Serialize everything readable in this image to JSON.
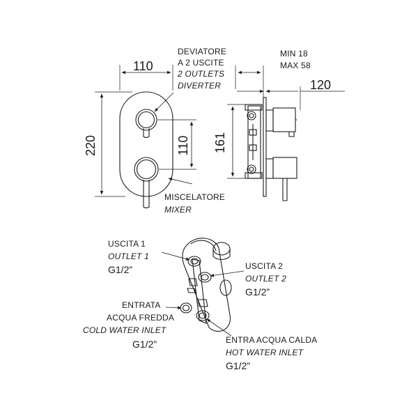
{
  "dimensions": {
    "plate_width": "110",
    "plate_height": "220",
    "handle_spacing": "110",
    "min_depth": "MIN 18",
    "max_depth": "MAX 58",
    "projection": "120",
    "body_height": "161"
  },
  "diverter": {
    "line1": "DEVIATORE",
    "line2": "A 2 USCITE",
    "line3": "2 OUTLETS",
    "line4": "DIVERTER"
  },
  "mixer": {
    "label_it": "MISCELATORE",
    "label_en": "MIXER"
  },
  "outlet1": {
    "label_it": "USCITA 1",
    "label_en": "OUTLET 1",
    "thread": "G1/2”"
  },
  "outlet2": {
    "label_it": "USCITA 2",
    "label_en": "OUTLET 2",
    "thread": "G1/2”"
  },
  "cold_inlet": {
    "line1": "ENTRATA",
    "line2": "ACQUA FREDDA",
    "label_en": "COLD WATER INLET",
    "thread": "G1/2”"
  },
  "hot_inlet": {
    "label_it": "ENTRA ACQUA CALDA",
    "label_en": "HOT WATER INLET",
    "thread": "G1/2”"
  }
}
